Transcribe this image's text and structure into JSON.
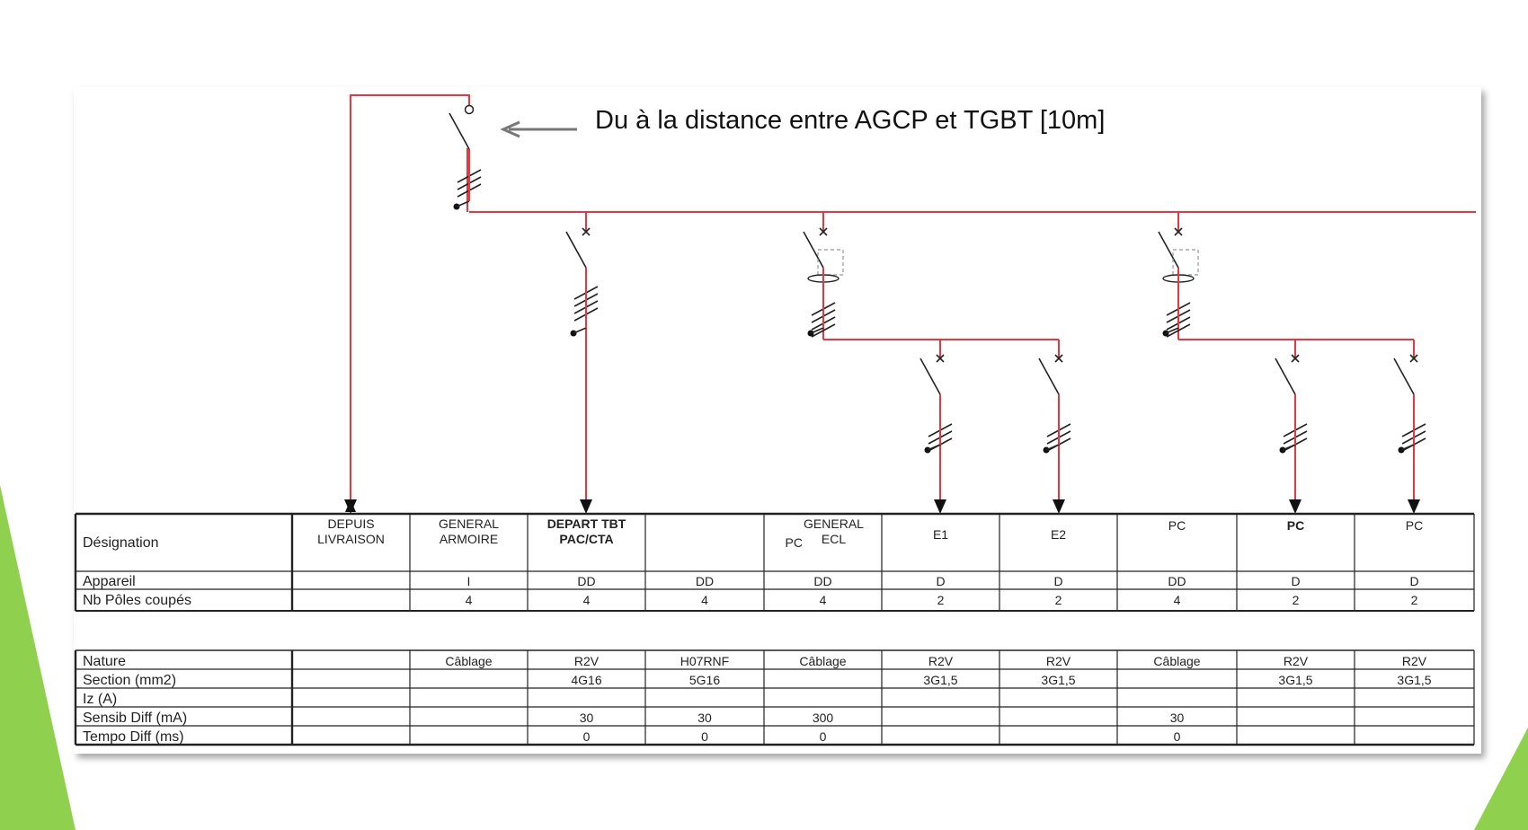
{
  "annotation": {
    "text": "Du à la distance entre AGCP et TGBT [10m]",
    "arrow": "left-arrow"
  },
  "table1": {
    "rows": [
      {
        "label": "Désignation",
        "cells": [
          {
            "text": "DEPUIS\nLIVRAISON",
            "bold": false
          },
          {
            "text": "GENERAL\nARMOIRE",
            "bold": false
          },
          {
            "text": "DEPART TBT\nPAC/CTA",
            "bold": true
          },
          {
            "text": "",
            "bold": false
          },
          {
            "text": "GENERAL\nECL",
            "prefix": "PC",
            "bold": false
          },
          {
            "text": "E1",
            "bold": false
          },
          {
            "text": "E2",
            "bold": false
          },
          {
            "text": "PC",
            "bold": false
          },
          {
            "text": "PC",
            "bold": true
          },
          {
            "text": "PC",
            "bold": false
          }
        ]
      },
      {
        "label": "Appareil",
        "cells": [
          "",
          "I",
          "DD",
          "DD",
          "DD",
          "D",
          "D",
          "DD",
          "D",
          "D"
        ]
      },
      {
        "label": "Nb Pôles coupés",
        "cells": [
          "",
          "4",
          "4",
          "4",
          "4",
          "2",
          "2",
          "4",
          "2",
          "2"
        ]
      }
    ]
  },
  "table2": {
    "rows": [
      {
        "label": "Nature",
        "cells": [
          "",
          "Câblage",
          "R2V",
          "H07RNF",
          "Câblage",
          "R2V",
          "R2V",
          "Câblage",
          "R2V",
          "R2V"
        ]
      },
      {
        "label": "Section (mm2)",
        "cells": [
          "",
          "",
          "4G16",
          "5G16",
          "",
          "3G1,5",
          "3G1,5",
          "",
          "3G1,5",
          "3G1,5"
        ]
      },
      {
        "label": "Iz (A)",
        "cells": [
          "",
          "",
          "",
          "",
          "",
          "",
          "",
          "",
          "",
          ""
        ]
      },
      {
        "label": "Sensib Diff (mA)",
        "cells": [
          "",
          "",
          "30",
          "30",
          "300",
          "",
          "",
          "30",
          "",
          ""
        ]
      },
      {
        "label": "Tempo Diff (ms)",
        "cells": [
          "",
          "",
          "0",
          "0",
          "0",
          "",
          "",
          "0",
          "",
          ""
        ]
      }
    ]
  },
  "colors": {
    "wire": "#e8373f",
    "line": "#222222",
    "accent_green": "#8fd14f"
  }
}
